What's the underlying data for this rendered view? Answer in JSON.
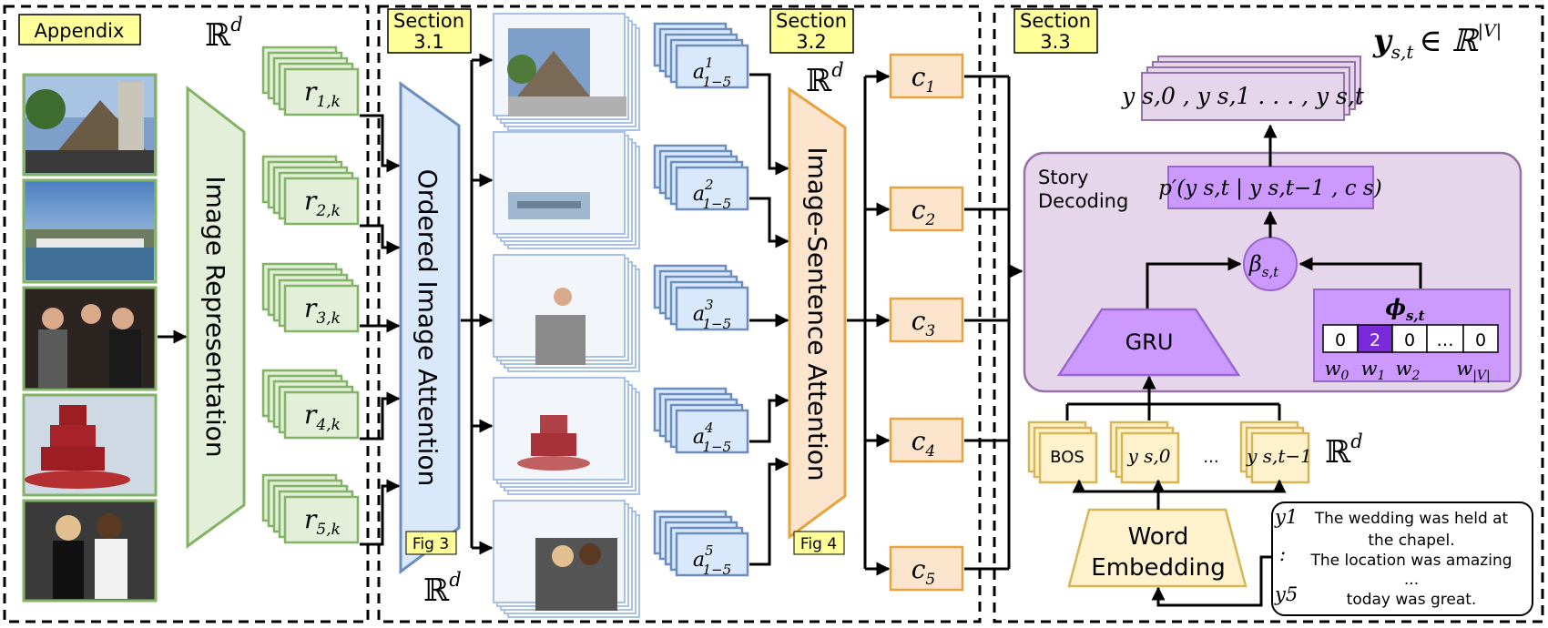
{
  "sections": {
    "appendix": "Appendix",
    "s31": [
      "Section",
      "3.1"
    ],
    "s32": [
      "Section",
      "3.2"
    ],
    "s33": [
      "Section",
      "3.3"
    ]
  },
  "figure_tags": {
    "fig3": "Fig 3",
    "fig4": "Fig 4"
  },
  "space_labels": {
    "rd": "ℝ",
    "sup_d": "d",
    "sup_v": "|V|"
  },
  "blocks": {
    "image_representation": "Image Representation",
    "ordered_image_attention": "Ordered Image Attention",
    "image_sentence_attention": "Image-Sentence Attention",
    "story_decoding": [
      "Story",
      "Decoding"
    ],
    "gru": "GRU",
    "word_embedding": [
      "Word",
      "Embedding"
    ]
  },
  "features": {
    "r_letter": "r",
    "r_subs": [
      "1,k",
      "2,k",
      "3,k",
      "4,k",
      "5,k"
    ],
    "a_letter": "a",
    "a_sup": [
      "1",
      "2",
      "3",
      "4",
      "5"
    ],
    "a_sub": "1−5",
    "c_letter": "c",
    "c_subs": [
      "1",
      "2",
      "3",
      "4",
      "5"
    ]
  },
  "decoder": {
    "output_top": "y",
    "output_top_sub": "s,t",
    "output_top_rest": "∈ ℝ",
    "output_seq": "y s,0 , y s,1 . . . , y s,t",
    "prob": "p′(y s,t | y s,t−1 , c s)",
    "beta": "β",
    "beta_sub": "s,t",
    "phi": "ϕ",
    "phi_sub": "s,t",
    "onehot": [
      "0",
      "2",
      "0",
      "…",
      "0"
    ],
    "w_labels": [
      "w0",
      "w1",
      "w2",
      "w|V|"
    ],
    "inputs": [
      "BOS",
      "y s,0",
      "...",
      "y s,t−1"
    ]
  },
  "story_text": {
    "markers": [
      "y1",
      ":",
      "y5"
    ],
    "lines": [
      "The wedding was held at",
      "the chapel.",
      "The location was amazing",
      "...",
      "today was great."
    ]
  },
  "colors": {
    "green_fill": "#e3efd9",
    "green_stroke": "#82b366",
    "blue_fill": "#dae8fc",
    "blue_stroke": "#6c8ebf",
    "orange_fill": "#fde4cc",
    "orange_stroke": "#e8a33c",
    "purple_fill": "#e6d6ec",
    "purple_stroke": "#9673a6",
    "violet_fill": "#cc99ff",
    "violet_stroke": "#9966cc",
    "yellow_fill": "#fff2cc",
    "yellow_stroke": "#d6b656",
    "label_yellow": "#ffff99"
  }
}
